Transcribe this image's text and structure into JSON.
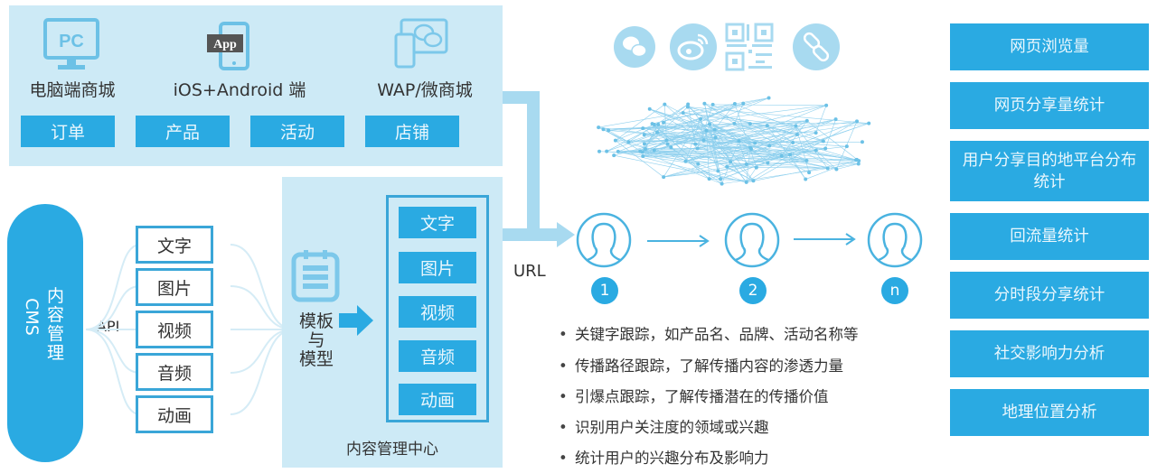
{
  "top_panel": {
    "channels": [
      {
        "label": "电脑端商城",
        "icon": "pc-monitor-icon",
        "badge": "PC"
      },
      {
        "label": "iOS+Android 端",
        "icon": "mobile-app-icon",
        "badge": "App"
      },
      {
        "label": "WAP/微商城",
        "icon": "wechat-devices-icon"
      }
    ],
    "tags": [
      "订单",
      "产品",
      "活动",
      "店铺"
    ]
  },
  "cms": {
    "title": "内容管理",
    "subtitle": "CMS",
    "api_label": "API",
    "content_types": [
      "文字",
      "图片",
      "视频",
      "音频",
      "动画"
    ]
  },
  "content_center": {
    "template_label": [
      "模板",
      "与",
      "模型"
    ],
    "items": [
      "文字",
      "图片",
      "视频",
      "音频",
      "动画"
    ],
    "caption": "内容管理中心"
  },
  "url_label": "URL",
  "share_icons": [
    "wechat-icon",
    "weibo-icon",
    "qrcode-icon",
    "link-icon"
  ],
  "users": [
    {
      "number": "1"
    },
    {
      "number": "2"
    },
    {
      "number": "n"
    }
  ],
  "bullets": [
    "关键字跟踪，如产品名、品牌、活动名称等",
    "传播路径跟踪，了解传播内容的渗透力量",
    "引爆点跟踪，了解传播潜在的传播价值",
    "识别用户关注度的领域或兴趣",
    "统计用户的兴趣分布及影响力"
  ],
  "stats": [
    "网页浏览量",
    "网页分享量统计",
    "用户分享目的地平台分布统计",
    "回流量统计",
    "分时段分享统计",
    "社交影响力分析",
    "地理位置分析"
  ],
  "colors": {
    "accent": "#2aaae2",
    "panel": "#cdeaf6",
    "light": "#a8daf0"
  }
}
